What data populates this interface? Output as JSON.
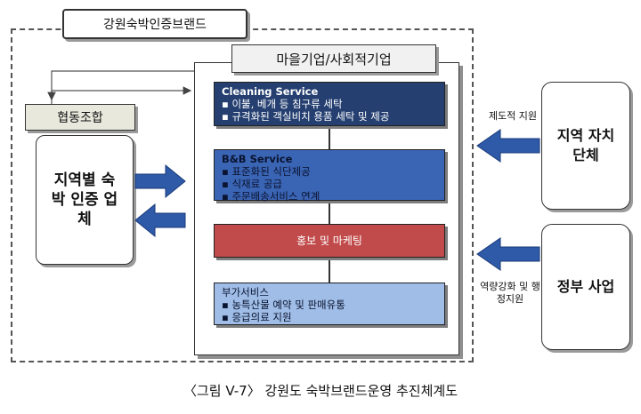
{
  "brand_label": "강원숙박인증브랜드",
  "enterprise_title": "마을기업/사회적기업",
  "cooperative_label": "협동조합",
  "certified_business_label": "지역별 숙박 인증 업체",
  "services": {
    "cleaning": {
      "title": "Cleaning Service",
      "items": [
        "이불, 베개 등 침구류 세탁",
        "규격화된 객실비치 용품 세탁 및 제공"
      ]
    },
    "bnb": {
      "title": "B&B Service",
      "items": [
        "표준화된 식단제공",
        "식재료 공급",
        "주문배송서비스 연계"
      ]
    },
    "marketing": {
      "label": "홍보 및 마케팅"
    },
    "extra": {
      "title": "부가서비스",
      "items": [
        "농특산물 예약 및 판매유통",
        "응급의료 지원"
      ]
    }
  },
  "local_government": {
    "label": "지역 자치 단체",
    "support_label": "제도적 지원"
  },
  "government_project": {
    "label": "정부 사업",
    "support_label": "역량강화 및 행정지원"
  },
  "caption": "〈그림 V-7〉 강원도 숙박브랜드운영 추진체계도",
  "colors": {
    "cleaning_bg": "#243f70",
    "bnb_bg": "#3a64b4",
    "marketing_bg": "#c14a4a",
    "extra_bg": "#9fbde6",
    "arrow_blue": "#2e5aa8"
  }
}
